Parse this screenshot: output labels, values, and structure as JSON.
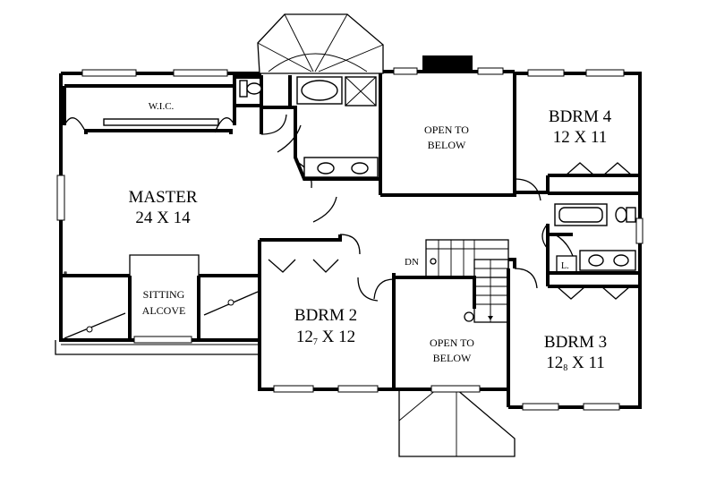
{
  "rooms": {
    "wic": {
      "name": "W.I.C."
    },
    "master": {
      "name": "MASTER",
      "size": "24 X 14"
    },
    "sitting": {
      "line1": "SITTING",
      "line2": "ALCOVE"
    },
    "open_upper": {
      "line1": "OPEN TO",
      "line2": "BELOW"
    },
    "bdrm4": {
      "name": "BDRM 4",
      "size": "12 X 11"
    },
    "bdrm2": {
      "name": "BDRM 2",
      "size_ft": "12",
      "size_in": "7",
      "size_rest": " X 12"
    },
    "open_lower": {
      "line1": "OPEN TO",
      "line2": "BELOW"
    },
    "bdrm3": {
      "name": "BDRM 3",
      "size_ft": "12",
      "size_in": "8",
      "size_rest": " X 11"
    }
  },
  "labels": {
    "stair_down": "DN",
    "linen": "L."
  }
}
